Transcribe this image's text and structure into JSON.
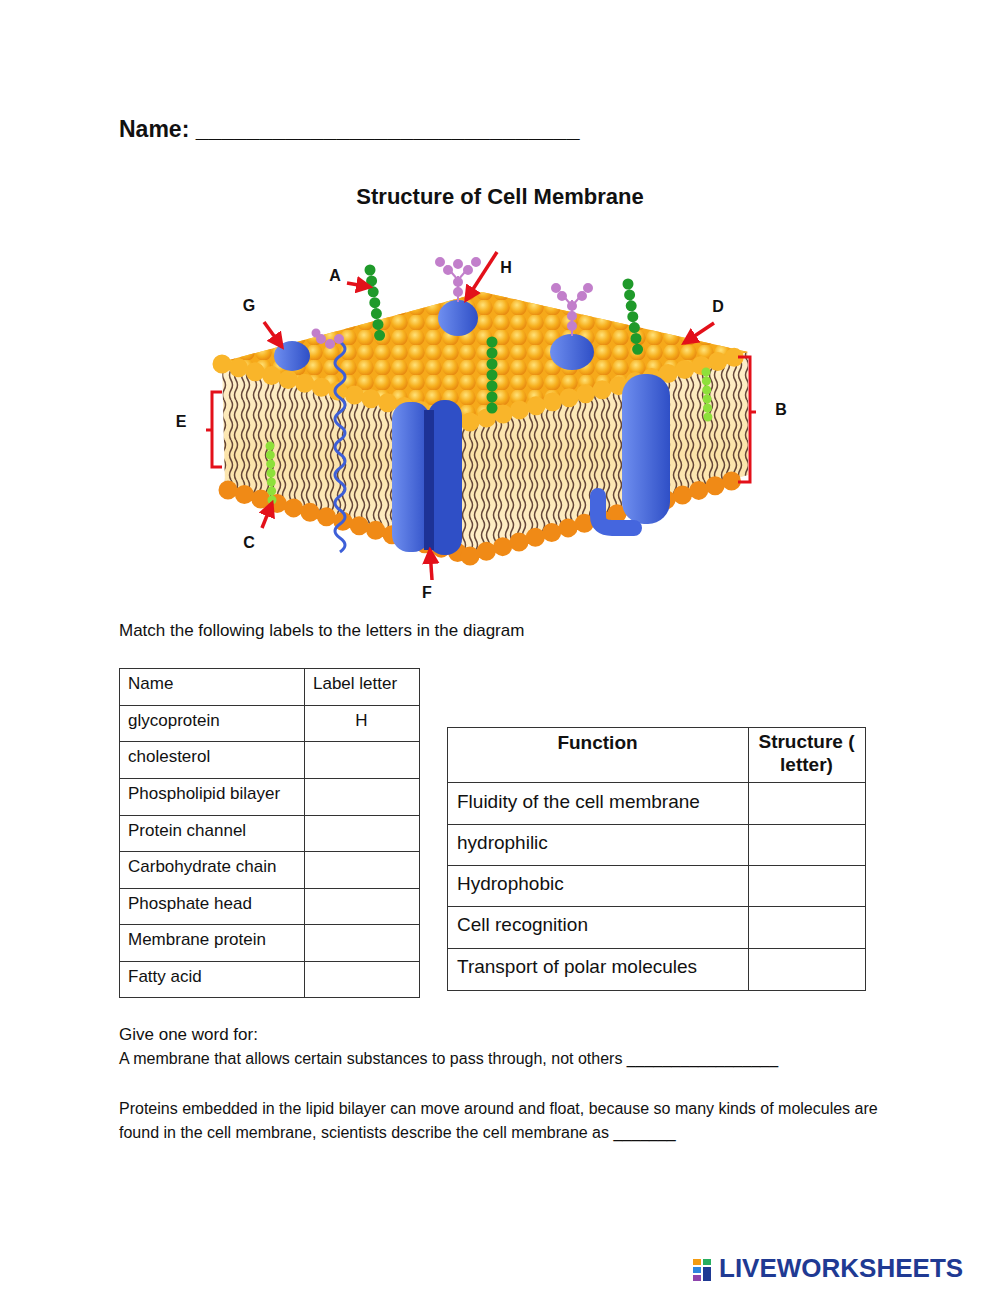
{
  "diagram": {
    "title": "Structure of Cell Membrane",
    "labels": [
      "Name: ______________________________",
      "A",
      "H",
      "G",
      "D",
      "E",
      "B",
      "C",
      "F",
      "Match the following labels to the letters in the diagram",
      "Name",
      "Label letter",
      "glycoprotein",
      "H",
      "cholesterol",
      "Phospholipid bilayer",
      "Protein channel",
      "Carbohydrate chain",
      "Phosphate head",
      "Membrane protein",
      "Fatty acid",
      "Function",
      "Structure ( letter)",
      "Fluidity of the cell membrane",
      "hydrophilic",
      "Hydrophobic",
      "Cell recognition",
      "Transport of polar molecules",
      "Give one word for:",
      "A membrane that allows certain substances to pass through, not others _________________",
      "Proteins embedded in the lipid bilayer can move around and float, because so many kinds of molecules are found in the cell membrane, scientists describe the cell membrane as _______",
      "LIVEWORKSHEETS"
    ]
  }
}
